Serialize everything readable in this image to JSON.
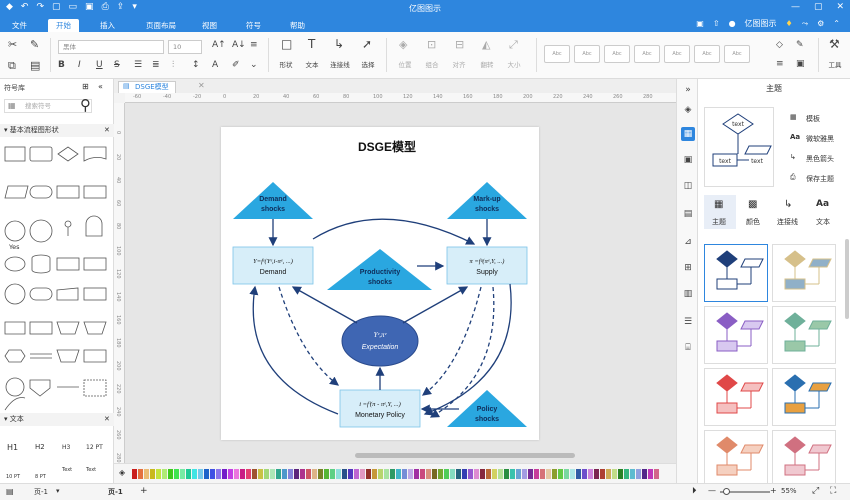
{
  "app": {
    "title": "亿图图示"
  },
  "menu": {
    "file": "文件",
    "tabs": [
      "开始",
      "插入",
      "页面布局",
      "视图",
      "符号",
      "帮助"
    ],
    "user": "亿图图示"
  },
  "ribbon": {
    "font": "黑体",
    "size": "10",
    "tools": [
      "形状",
      "文本",
      "连接线",
      "选择"
    ],
    "arrange": [
      "位置",
      "组合",
      "对齐",
      "翻转",
      "大小"
    ],
    "tools_label": "工具",
    "style_swatch": "Abc"
  },
  "left_panel": {
    "title": "符号库",
    "search_placeholder": "搜索符号",
    "section1": "基本流程图形状",
    "yes_label": "Yes",
    "section2": "文本",
    "text_samples": [
      "H1",
      "H2",
      "H3",
      "12 PT",
      "10 PT",
      "8 PT",
      "Text",
      "Text"
    ]
  },
  "doc_tab": "DSGE模型",
  "ruler": {
    "h": [
      "-60",
      "-40",
      "-20",
      "0",
      "20",
      "40",
      "60",
      "80",
      "100",
      "120",
      "140",
      "160",
      "180",
      "200",
      "220",
      "240",
      "260",
      "280"
    ],
    "v": [
      "0",
      "20",
      "40",
      "60",
      "80",
      "100",
      "120",
      "140",
      "160",
      "180",
      "200",
      "220",
      "240",
      "260",
      "280"
    ]
  },
  "diagram": {
    "title": "DSGE模型",
    "demand_shocks": [
      "Demand",
      "shocks"
    ],
    "markup_shocks": [
      "Mark-up",
      "shocks"
    ],
    "productivity_shocks": [
      "Productivity",
      "shocks"
    ],
    "policy_shocks": [
      "Policy",
      "shocks"
    ],
    "demand_eq": "Y=fʸ(Yᵉ,i-πᵉ, ...)",
    "demand_label": "Demand",
    "supply_eq": "π =fᵖ(πᵉ,Y, ...)",
    "supply_label": "Supply",
    "expect_eq": "Yᵉ,πᵉ",
    "expect_label": "Expectation",
    "policy_eq": "i =fⁱ(π - πᵉ,Y, ...)",
    "policy_label": "Monetary Policy",
    "colors": {
      "triangle": "#2aa7e0",
      "box": "#d7eef9",
      "ellipse": "#3f66b3",
      "arrow": "#1f3f7a"
    }
  },
  "status": {
    "page": "页-1",
    "page_tab": "页-1",
    "add": "+",
    "zoom": "55%"
  },
  "right_panel": {
    "title": "主题",
    "options": [
      "模板",
      "微软雅黑",
      "黑色箭头",
      "保存主题"
    ],
    "tabs": [
      "主题",
      "颜色",
      "连接线",
      "文本"
    ],
    "preview_text": [
      "text",
      "text",
      "text"
    ]
  }
}
